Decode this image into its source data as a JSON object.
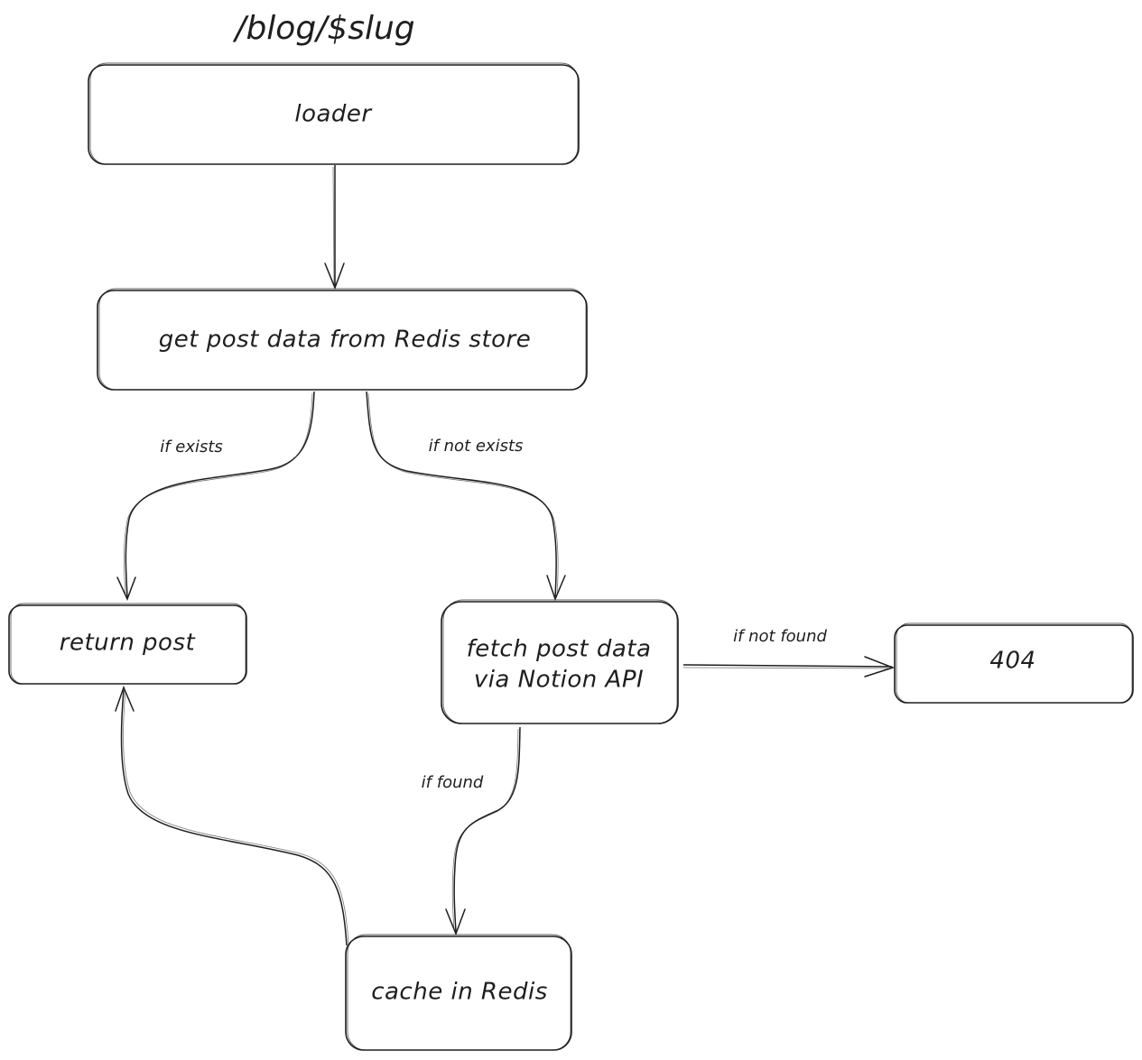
{
  "title": "/blog/$slug",
  "nodes": {
    "loader": "loader",
    "get_post": "get post data from Redis store",
    "return_post": "return post",
    "fetch_notion_line1": "fetch post data",
    "fetch_notion_line2": "via Notion API",
    "not_found": "404",
    "cache_redis": "cache in Redis"
  },
  "edges": {
    "if_exists": "if exists",
    "if_not_exists": "if not exists",
    "if_not_found": "if not found",
    "if_found": "if found"
  },
  "colors": {
    "stroke": "#1e1e1e",
    "background": "#ffffff"
  }
}
